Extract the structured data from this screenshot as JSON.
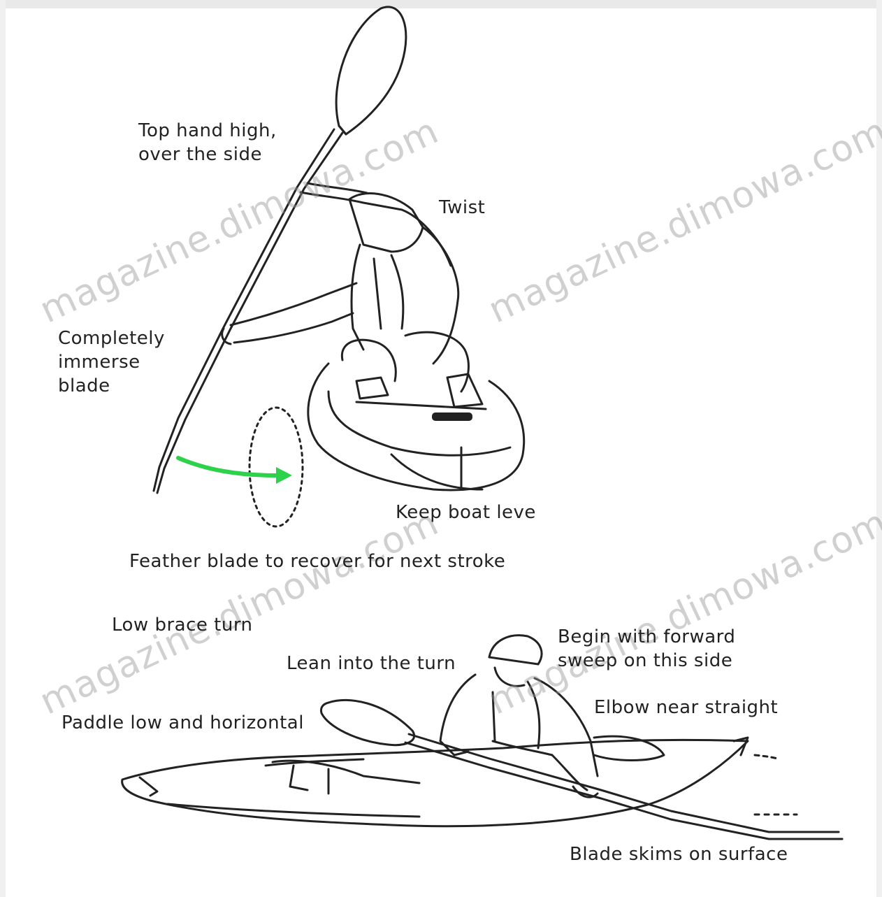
{
  "labels": {
    "top_hand": "Top hand high,\nover the side",
    "twist": "Twist",
    "immerse": "Completely\nimmerse\nblade",
    "keep_level": "Keep boat leve",
    "feather": "Feather blade to recover for next stroke",
    "low_brace": "Low brace turn",
    "lean": "Lean into the turn",
    "begin_forward": "Begin with forward\nsweep on this side",
    "elbow": "Elbow near straight",
    "paddle_low": "Paddle low and horizontal",
    "blade_skims": "Blade skims on surface"
  },
  "watermarks": [
    "magazine.dimowa.com",
    "magazine.dimowa.com",
    "magazine.dimowa.com",
    "magazine.dimowa.com"
  ],
  "colors": {
    "ink": "#222222",
    "arrow": "#2bd24a",
    "watermark": "#969696"
  }
}
